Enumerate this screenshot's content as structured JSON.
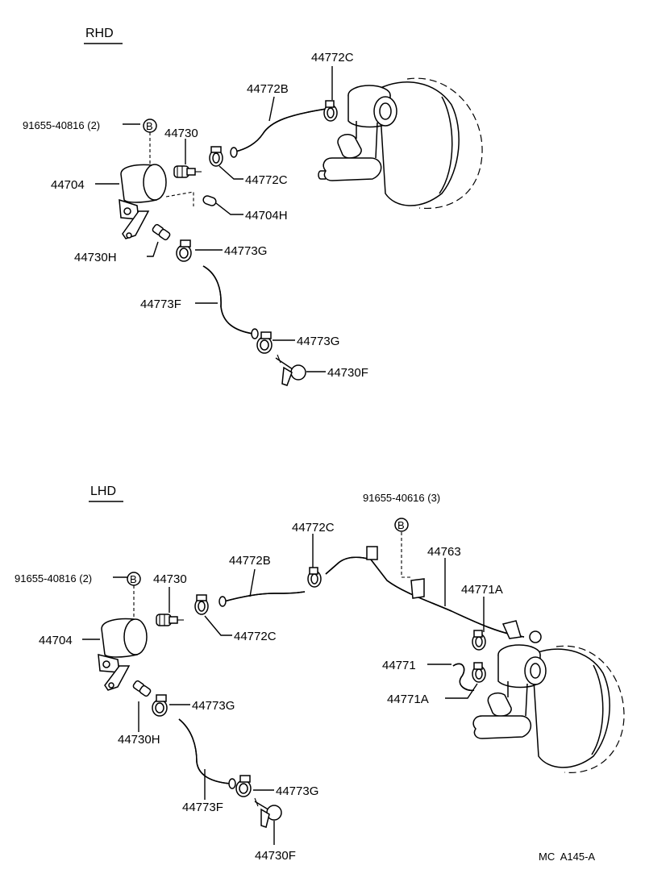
{
  "sections": {
    "rhd": {
      "title": "RHD"
    },
    "lhd": {
      "title": "LHD"
    }
  },
  "ref_marker": "B",
  "rhd_labels": {
    "bolt": "91655-40816 (2)",
    "p44730": "44730",
    "p44704": "44704",
    "p44730H": "44730H",
    "p44772B": "44772B",
    "p44772C_top": "44772C",
    "p44772C": "44772C",
    "p44704H": "44704H",
    "p44773G_a": "44773G",
    "p44773F": "44773F",
    "p44773G_b": "44773G",
    "p44730F": "44730F"
  },
  "lhd_labels": {
    "bolt_top": "91655-40616 (3)",
    "p44772C_top": "44772C",
    "p44763": "44763",
    "p44772B": "44772B",
    "bolt": "91655-40816 (2)",
    "p44730": "44730",
    "p44771A_a": "44771A",
    "p44704": "44704",
    "p44772C": "44772C",
    "p44771": "44771",
    "p44771A_b": "44771A",
    "p44773G_a": "44773G",
    "p44730H": "44730H",
    "p44773G_b": "44773G",
    "p44773F": "44773F",
    "p44730F": "44730F"
  },
  "footer_code": "MC  A145-A"
}
